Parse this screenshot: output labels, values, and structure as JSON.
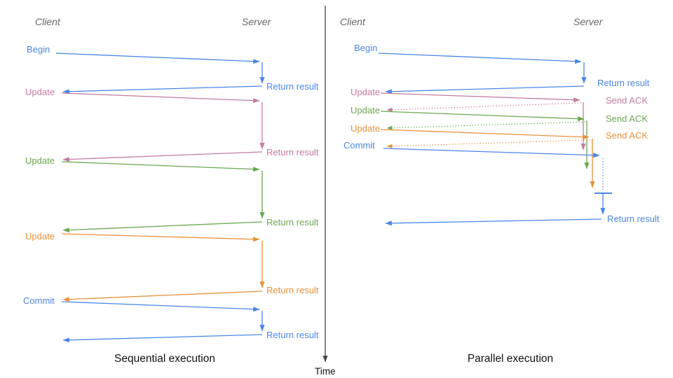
{
  "time_axis": {
    "label": "Time"
  },
  "colors": {
    "blue": "#4a86e8",
    "pink": "#c27ba0",
    "green": "#6aa84f",
    "orange": "#e69138",
    "axis": "#444444",
    "header_gray": "#666666"
  },
  "sequential": {
    "title": "Sequential execution",
    "client_header": "Client",
    "server_header": "Server",
    "steps": [
      {
        "label": "Begin",
        "response": "Return result",
        "color": "#4a86e8"
      },
      {
        "label": "Update",
        "response": "Return result",
        "color": "#c27ba0"
      },
      {
        "label": "Update",
        "response": "Return result",
        "color": "#6aa84f"
      },
      {
        "label": "Update",
        "response": "Return result",
        "color": "#e69138"
      },
      {
        "label": "Commit",
        "response": "Return result",
        "color": "#4a86e8"
      }
    ]
  },
  "parallel": {
    "title": "Parallel execution",
    "client_header": "Client",
    "server_header": "Server",
    "steps": [
      {
        "label": "Begin",
        "response": "Return result",
        "color": "#4a86e8"
      },
      {
        "label": "Update",
        "response": "Send ACK",
        "color": "#c27ba0"
      },
      {
        "label": "Update",
        "response": "Send ACK",
        "color": "#6aa84f"
      },
      {
        "label": "Update",
        "response": "Send ACK",
        "color": "#e69138"
      },
      {
        "label": "Commit",
        "response": "Return result",
        "color": "#4a86e8"
      }
    ]
  }
}
